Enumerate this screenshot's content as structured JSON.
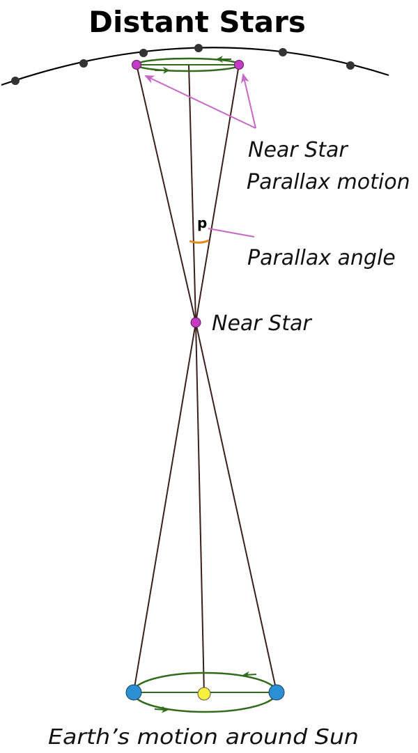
{
  "title": "Distant Stars",
  "labels": {
    "near_star_motion_line1": "Near Star",
    "near_star_motion_line2": "Parallax motion",
    "p_symbol": "p",
    "parallax_angle": "Parallax angle",
    "near_star": "Near Star",
    "earth_motion": "Earth’s motion around Sun"
  },
  "colors": {
    "background": "#ffffff",
    "sky_arc": "#000000",
    "distant_star": "#333333",
    "sight_lines": "#3b1f1a",
    "orbit": "#2f6b1a",
    "near_star": "#c33cc3",
    "annotation": "#c768c7",
    "angle_arc": "#e08a1e",
    "earth": "#2b8fd3",
    "sun": "#f7f03c"
  }
}
